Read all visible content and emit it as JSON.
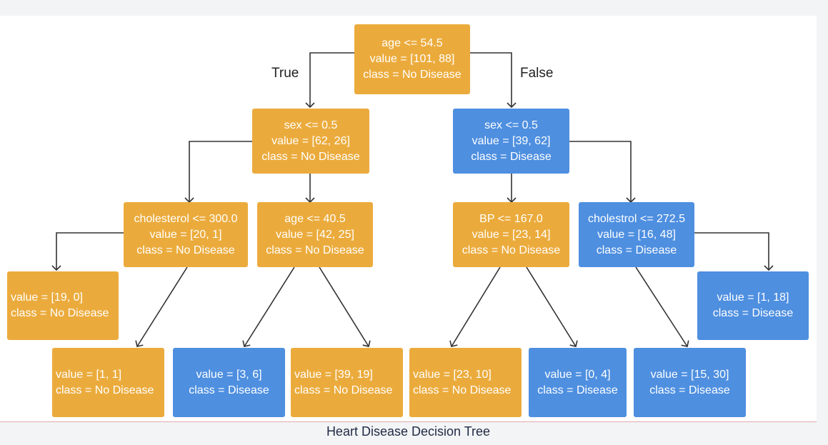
{
  "caption": "Heart Disease Decision Tree",
  "edge_labels": {
    "true_label": "True",
    "false_label": "False"
  },
  "colors": {
    "no_disease": "#ebab3c",
    "disease": "#4e8fe0"
  },
  "nodes": {
    "root": {
      "rule": "age <= 54.5",
      "value": "value = [101, 88]",
      "class": "class = No Disease"
    },
    "l1_left": {
      "rule": "sex <= 0.5",
      "value": "value = [62, 26]",
      "class": "class = No Disease"
    },
    "l1_right": {
      "rule": "sex <= 0.5",
      "value": "value = [39, 62]",
      "class": "class = Disease"
    },
    "l2_a": {
      "rule": "cholesterol <= 300.0",
      "value": "value = [20, 1]",
      "class": "class = No Disease"
    },
    "l2_b": {
      "rule": "age <= 40.5",
      "value": "value = [42, 25]",
      "class": "class = No Disease"
    },
    "l2_c": {
      "rule": "BP <= 167.0",
      "value": "value = [23, 14]",
      "class": "class = No Disease"
    },
    "l2_d": {
      "rule": "cholestrol <= 272.5",
      "value": "value = [16, 48]",
      "class": "class = Disease"
    },
    "leaf_1": {
      "value": "value = [19, 0]",
      "class": "class = No Disease"
    },
    "leaf_2": {
      "value": "value = [1, 1]",
      "class": "class = No Disease"
    },
    "leaf_3": {
      "value": "value = [3, 6]",
      "class": "class = Disease"
    },
    "leaf_4": {
      "value": "value = [39, 19]",
      "class": "class = No Disease"
    },
    "leaf_5": {
      "value": "value = [23, 10]",
      "class": "class = No Disease"
    },
    "leaf_6": {
      "value": "value = [0, 4]",
      "class": "class = Disease"
    },
    "leaf_7": {
      "value": "value = [15, 30]",
      "class": "class = Disease"
    },
    "leaf_8": {
      "value": "value = [1, 18]",
      "class": "class = Disease"
    }
  }
}
